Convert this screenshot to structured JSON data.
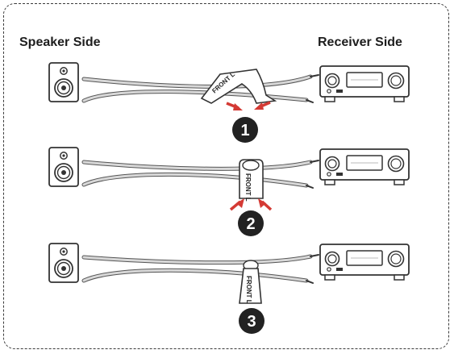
{
  "labels": {
    "speaker_side": "Speaker Side",
    "receiver_side": "Receiver Side",
    "tag_text": "FRONT L"
  },
  "steps": [
    {
      "number": "1"
    },
    {
      "number": "2"
    },
    {
      "number": "3"
    }
  ],
  "colors": {
    "arrow": "#d43a34",
    "badge": "#222222",
    "outline": "#333333",
    "cable": "#d8d8d8"
  }
}
